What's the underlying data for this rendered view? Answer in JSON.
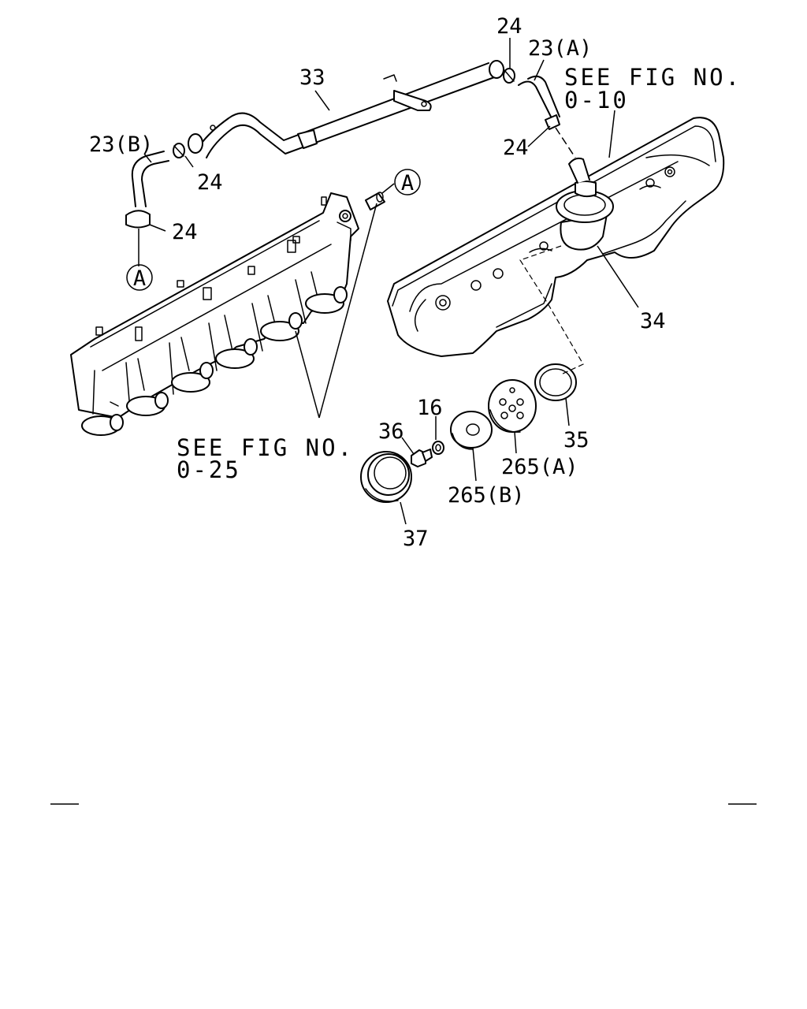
{
  "callouts": {
    "c33": "33",
    "c24_top": "24",
    "c23a": "23(A)",
    "c23b": "23(B)",
    "c24_left_upper": "24",
    "c24_left_lower": "24",
    "c24_right_mid": "24",
    "c34": "34",
    "c35": "35",
    "c16": "16",
    "c36": "36",
    "c265a": "265(A)",
    "c265b": "265(B)",
    "c37": "37",
    "ref_a_right": "A",
    "ref_a_left": "A"
  },
  "see_fig": {
    "upper_line1": "SEE FIG NO.",
    "upper_line2": "0-10",
    "lower_line1": "SEE FIG NO.",
    "lower_line2": "0-25"
  }
}
